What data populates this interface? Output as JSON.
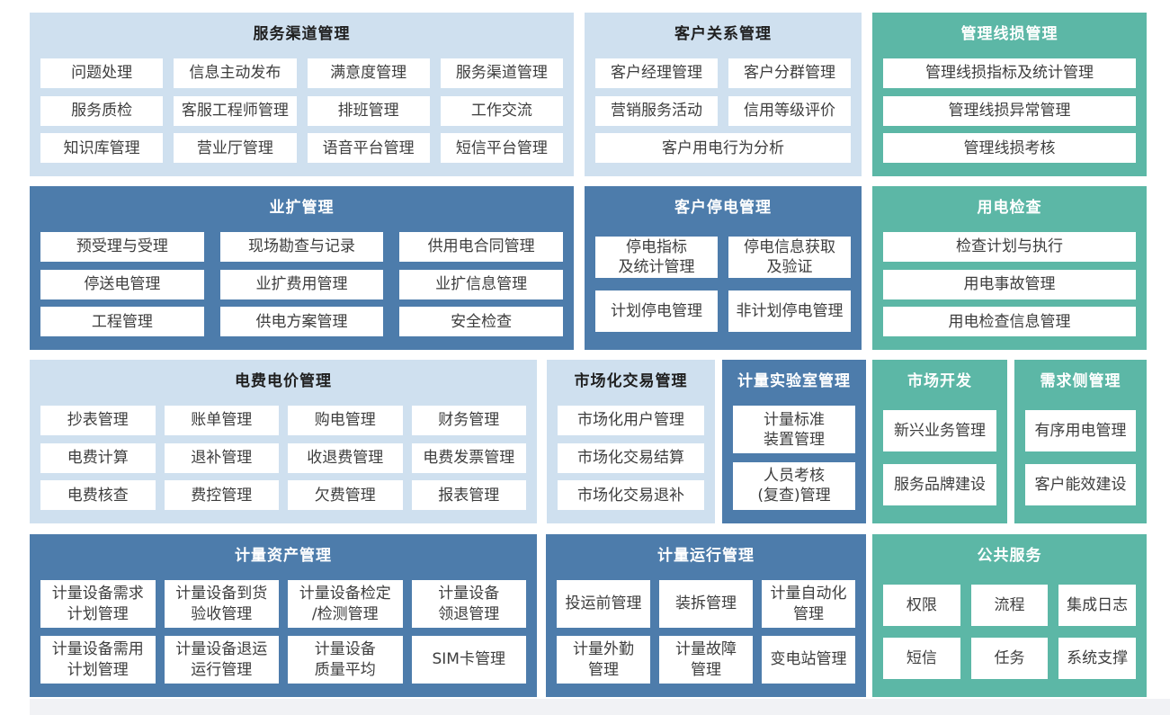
{
  "palette": {
    "light_blue": "#cfe0ef",
    "dark_blue": "#4d7cab",
    "teal": "#5cb7a6",
    "cell_bg": "#ffffff",
    "cell_text": "#3d3d3d",
    "title_dark": "#1f1f1f",
    "title_light": "#ffffff"
  },
  "blocks": {
    "service_channel": {
      "title": "服务渠道管理",
      "items": [
        "问题处理",
        "信息主动发布",
        "满意度管理",
        "服务渠道管理",
        "服务质检",
        "客服工程师管理",
        "排班管理",
        "工作交流",
        "知识库管理",
        "营业厅管理",
        "语音平台管理",
        "短信平台管理"
      ]
    },
    "customer_relation": {
      "title": "客户关系管理",
      "items": [
        "客户经理管理",
        "客户分群管理",
        "营销服务活动",
        "信用等级评价",
        "客户用电行为分析"
      ]
    },
    "line_loss": {
      "title": "管理线损管理",
      "items": [
        "管理线损指标及统计管理",
        "管理线损异常管理",
        "管理线损考核"
      ]
    },
    "business_expansion": {
      "title": "业扩管理",
      "items": [
        "预受理与受理",
        "现场勘查与记录",
        "供用电合同管理",
        "停送电管理",
        "业扩费用管理",
        "业扩信息管理",
        "工程管理",
        "供电方案管理",
        "安全检查"
      ]
    },
    "outage": {
      "title": "客户停电管理",
      "items": [
        "停电指标\n及统计管理",
        "停电信息获取\n及验证",
        "计划停电管理",
        "非计划停电管理"
      ]
    },
    "inspection": {
      "title": "用电检查",
      "items": [
        "检查计划与执行",
        "用电事故管理",
        "用电检查信息管理"
      ]
    },
    "billing": {
      "title": "电费电价管理",
      "items": [
        "抄表管理",
        "账单管理",
        "购电管理",
        "财务管理",
        "电费计算",
        "退补管理",
        "收退费管理",
        "电费发票管理",
        "电费核查",
        "费控管理",
        "欠费管理",
        "报表管理"
      ]
    },
    "market_trade": {
      "title": "市场化交易管理",
      "items": [
        "市场化用户管理",
        "市场化交易结算",
        "市场化交易退补"
      ]
    },
    "metering_lab": {
      "title": "计量实验室管理",
      "items": [
        "计量标准\n装置管理",
        "人员考核\n(复查)管理"
      ]
    },
    "market_dev": {
      "title": "市场开发",
      "items": [
        "新兴业务管理",
        "服务品牌建设"
      ]
    },
    "demand_side": {
      "title": "需求侧管理",
      "items": [
        "有序用电管理",
        "客户能效建设"
      ]
    },
    "metering_asset": {
      "title": "计量资产管理",
      "items": [
        "计量设备需求\n计划管理",
        "计量设备到货\n验收管理",
        "计量设备检定\n/检测管理",
        "计量设备\n领退管理",
        "计量设备需用\n计划管理",
        "计量设备退运\n运行管理",
        "计量设备\n质量平均",
        "SIM卡管理"
      ]
    },
    "metering_operation": {
      "title": "计量运行管理",
      "items": [
        "投运前管理",
        "装拆管理",
        "计量自动化\n管理",
        "计量外勤\n管理",
        "计量故障\n管理",
        "变电站管理"
      ]
    },
    "public_service": {
      "title": "公共服务",
      "items": [
        "权限",
        "流程",
        "集成日志",
        "短信",
        "任务",
        "系统支撑"
      ]
    }
  }
}
